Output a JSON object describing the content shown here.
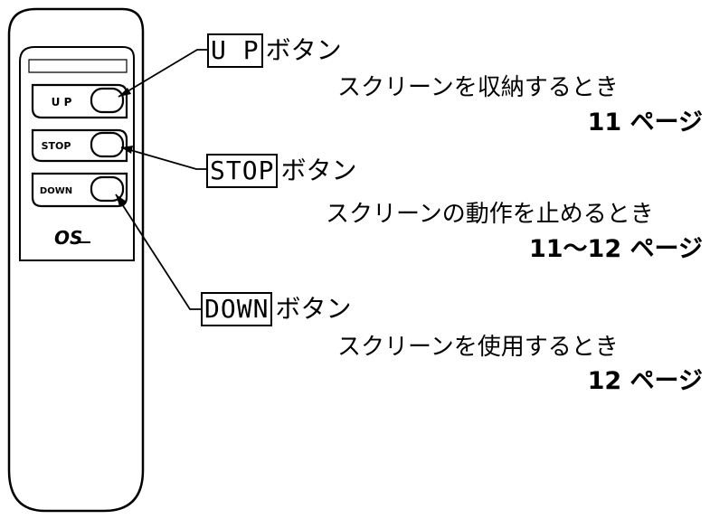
{
  "remote": {
    "buttons": [
      {
        "label": "U P"
      },
      {
        "label": "STOP"
      },
      {
        "label": "DOWN"
      }
    ],
    "logo": "OS"
  },
  "callouts": [
    {
      "button_text": "U P",
      "suffix": "ボタン",
      "description": "スクリーンを収納するとき",
      "pages": "11 ページ"
    },
    {
      "button_text": "STOP",
      "suffix": "ボタン",
      "description": "スクリーンの動作を止めるとき",
      "pages": "11〜12 ページ"
    },
    {
      "button_text": "DOWN",
      "suffix": "ボタン",
      "description": "スクリーンを使用するとき",
      "pages": "12 ページ"
    }
  ]
}
